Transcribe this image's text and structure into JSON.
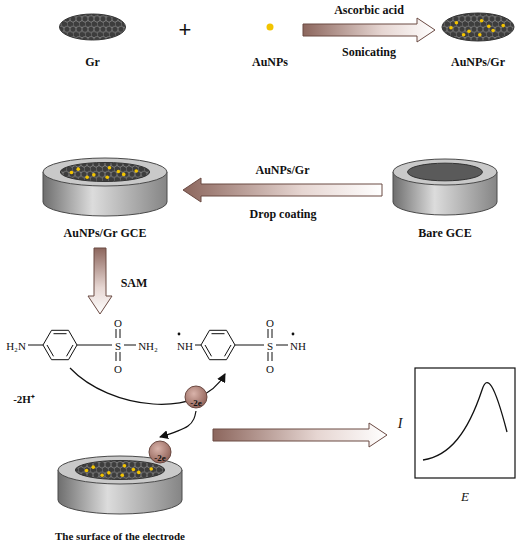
{
  "diagram": {
    "nodes": [
      {
        "text": [
          "Gr"
        ]
      },
      {
        "text": [
          "AuNPs"
        ]
      },
      {
        "text": [
          "AuNPs/Gr"
        ]
      },
      {
        "text": [
          "AuNPs/Gr GCE"
        ]
      },
      {
        "text": [
          "Bare GCE"
        ]
      },
      {
        "text": [
          "-2e"
        ]
      },
      {
        "text": [
          "The surface of the electrode"
        ]
      },
      {
        "text": [
          "-2e"
        ],
        "in": 6
      },
      {
        "text": [
          "I",
          "E"
        ]
      }
    ],
    "edges": [
      {
        "from": 1,
        "to": 2,
        "arrow": "to",
        "label": "Ascorbic acid"
      },
      {
        "from": 4,
        "to": 3,
        "arrow": "to",
        "label": "AuNPs/Gr"
      },
      {
        "from": 5,
        "to": 7,
        "arrow": "to"
      },
      {
        "from": 6,
        "to": 8,
        "arrow": "to"
      }
    ],
    "labels": [
      "+",
      "Sonicating",
      "Drop coating",
      "SAM",
      "H₂N",
      "S",
      "O",
      "O",
      "NH₂",
      "NH",
      "S",
      "O",
      "O",
      "NH",
      "-2H⁺"
    ]
  }
}
